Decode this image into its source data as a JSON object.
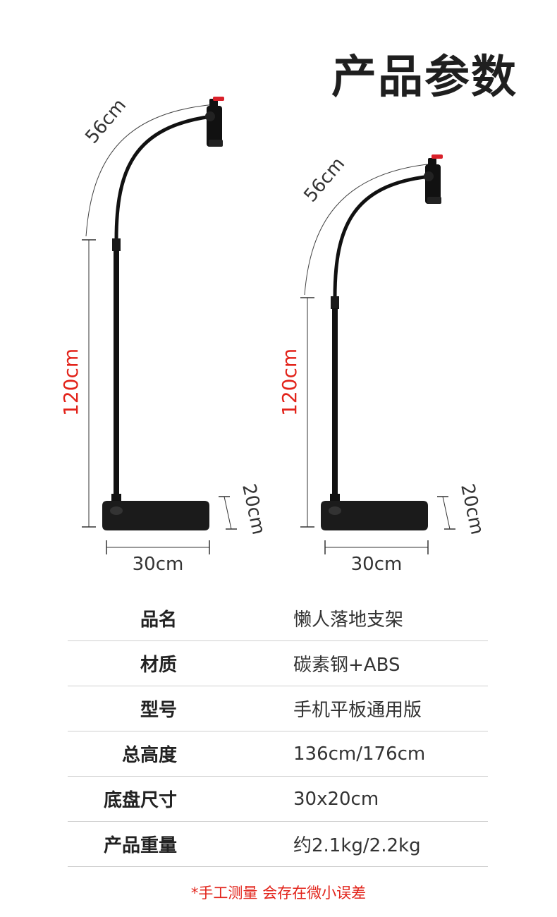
{
  "page_title": "产品参数",
  "diagram": {
    "left_stand": {
      "arc_label": "56cm",
      "pole_label": "120cm",
      "base_depth_label": "20cm",
      "base_width_label": "30cm"
    },
    "right_stand": {
      "arc_label": "56cm",
      "pole_label": "120cm",
      "base_depth_label": "20cm",
      "base_width_label": "30cm"
    },
    "colors": {
      "dimension_line": "#333333",
      "pole_label": "#e2231a",
      "stand": "#111111",
      "clip_accent": "#d9202a"
    }
  },
  "specs": [
    {
      "label": "品名",
      "value": "懒人落地支架"
    },
    {
      "label": "材质",
      "value": "碳素钢+ABS"
    },
    {
      "label": "型号",
      "value": "手机平板通用版"
    },
    {
      "label": "总高度",
      "value": "136cm/176cm"
    },
    {
      "label": "底盘尺寸",
      "value": "30x20cm"
    },
    {
      "label": "产品重量",
      "value": "约2.1kg/2.2kg"
    }
  ],
  "footnote": "*手工测量 会存在微小误差"
}
